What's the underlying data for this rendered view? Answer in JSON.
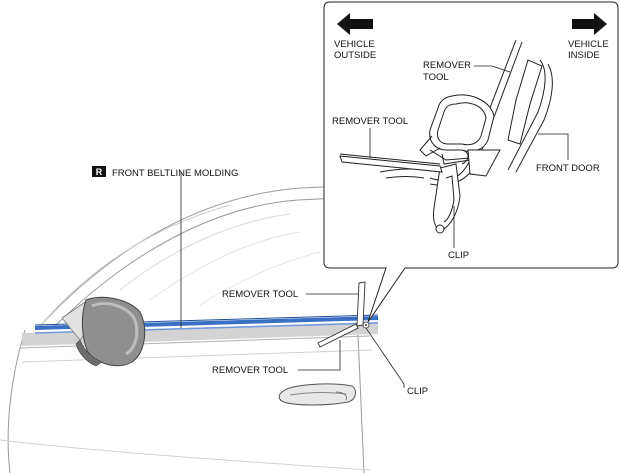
{
  "badge": "R",
  "main_title": "FRONT BELTLINE MOLDING",
  "callouts": {
    "remover_tool_upper": "REMOVER TOOL",
    "remover_tool_lower": "REMOVER TOOL",
    "clip": "CLIP"
  },
  "detail": {
    "vehicle_outside_line1": "VEHICLE",
    "vehicle_outside_line2": "OUTSIDE",
    "vehicle_inside_line1": "VEHICLE",
    "vehicle_inside_line2": "INSIDE",
    "remover_tool_top_line1": "REMOVER",
    "remover_tool_top_line2": "TOOL",
    "remover_tool_left": "REMOVER TOOL",
    "front_door": "FRONT DOOR",
    "clip": "CLIP"
  },
  "colors": {
    "molding_blue": "#3a6fc4",
    "line": "#222222",
    "body_grey": "#bdbdbd"
  }
}
